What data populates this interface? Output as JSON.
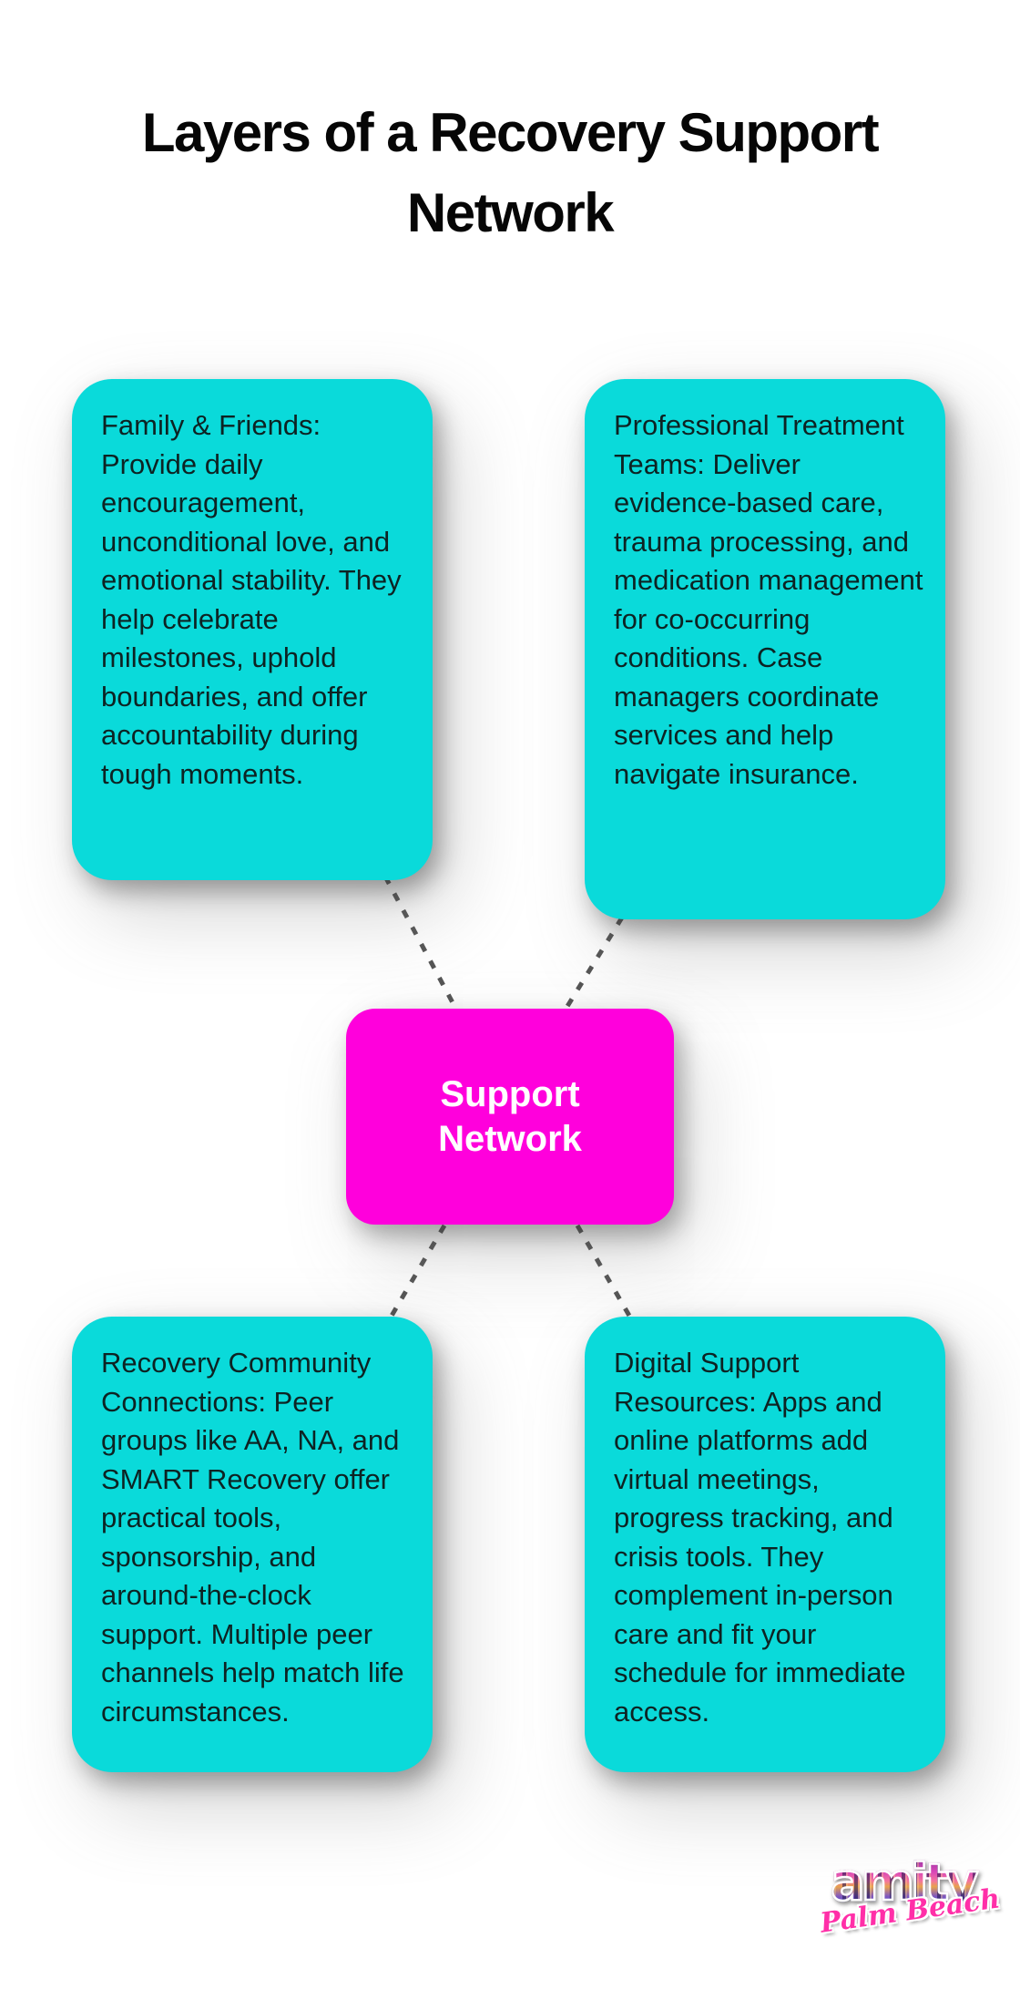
{
  "title": {
    "lines": [
      "Layers of a Recovery Support",
      "Network"
    ]
  },
  "colors": {
    "title_text": "#060606",
    "node_fill": "#0ADADA",
    "node_text": "#0D2323",
    "center_fill": "#FF00DC",
    "center_text": "#FFFFFF",
    "connector": "#565656"
  },
  "center_node": {
    "label": "Support Network",
    "lines": [
      "Support",
      "Network"
    ]
  },
  "nodes": [
    {
      "id": "family-friends",
      "text": "Family & Friends: Provide daily encouragement, unconditional love, and emotional stability. They help celebrate milestones, uphold boundaries, and offer accountability during tough moments."
    },
    {
      "id": "professional-treatment-teams",
      "text": "Professional Treatment Teams: Deliver evidence-based care, trauma processing, and medication management for co-occurring conditions. Case managers coordinate services and help navigate insurance."
    },
    {
      "id": "recovery-community-connections",
      "text": "Recovery Community Connections: Peer groups like AA, NA, and SMART Recovery offer practical tools, sponsorship, and around-the-clock support. Multiple peer channels help match life circumstances."
    },
    {
      "id": "digital-support-resources",
      "text": "Digital Support Resources: Apps and online platforms add virtual meetings, progress tracking, and crisis tools. They complement in-person care and fit your schedule for immediate access."
    }
  ],
  "logo": {
    "brand": "amity",
    "tagline": "Palm Beach"
  }
}
